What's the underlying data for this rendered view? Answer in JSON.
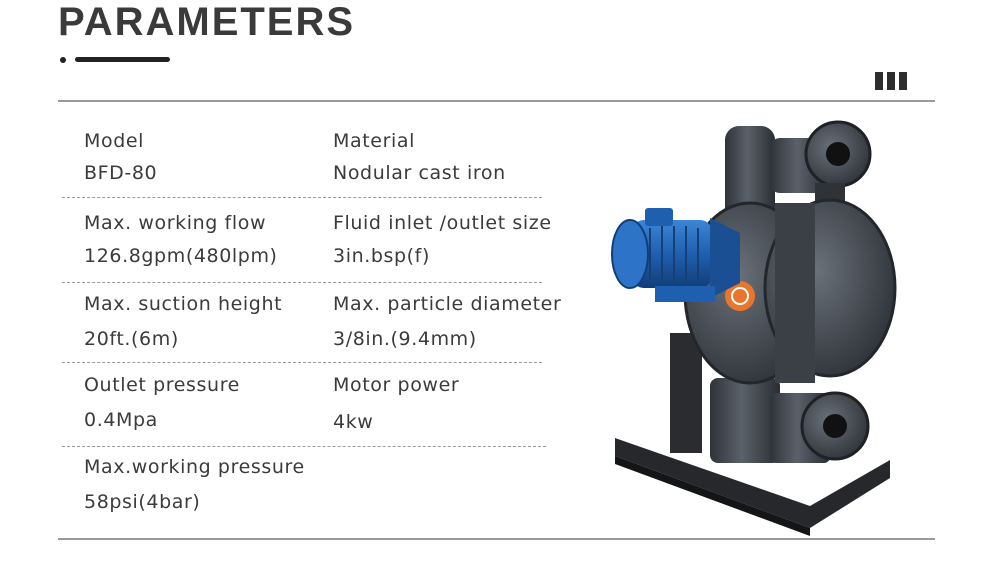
{
  "header": {
    "title": "PARAMETERS"
  },
  "specs": {
    "model": {
      "label": "Model",
      "value": "BFD-80"
    },
    "material": {
      "label": "Material",
      "value": "Nodular cast iron"
    },
    "flow": {
      "label": "Max. working flow",
      "value": "126.8gpm(480lpm)"
    },
    "inlet": {
      "label": "Fluid inlet /outlet size",
      "value": "3in.bsp(f)"
    },
    "suction": {
      "label": "Max. suction height",
      "value": "20ft.(6m)"
    },
    "particle": {
      "label": "Max. particle diameter",
      "value": "3/8in.(9.4mm)"
    },
    "outlet": {
      "label": "Outlet pressure",
      "value": "0.4Mpa"
    },
    "motor": {
      "label": "Motor power",
      "value": "4kw"
    },
    "pressure": {
      "label": "Max.working pressure",
      "value": "58psi(4bar)"
    }
  },
  "colors": {
    "pump_body": "#3b4047",
    "motor": "#1f5fb0",
    "logo": "#e8762c"
  }
}
